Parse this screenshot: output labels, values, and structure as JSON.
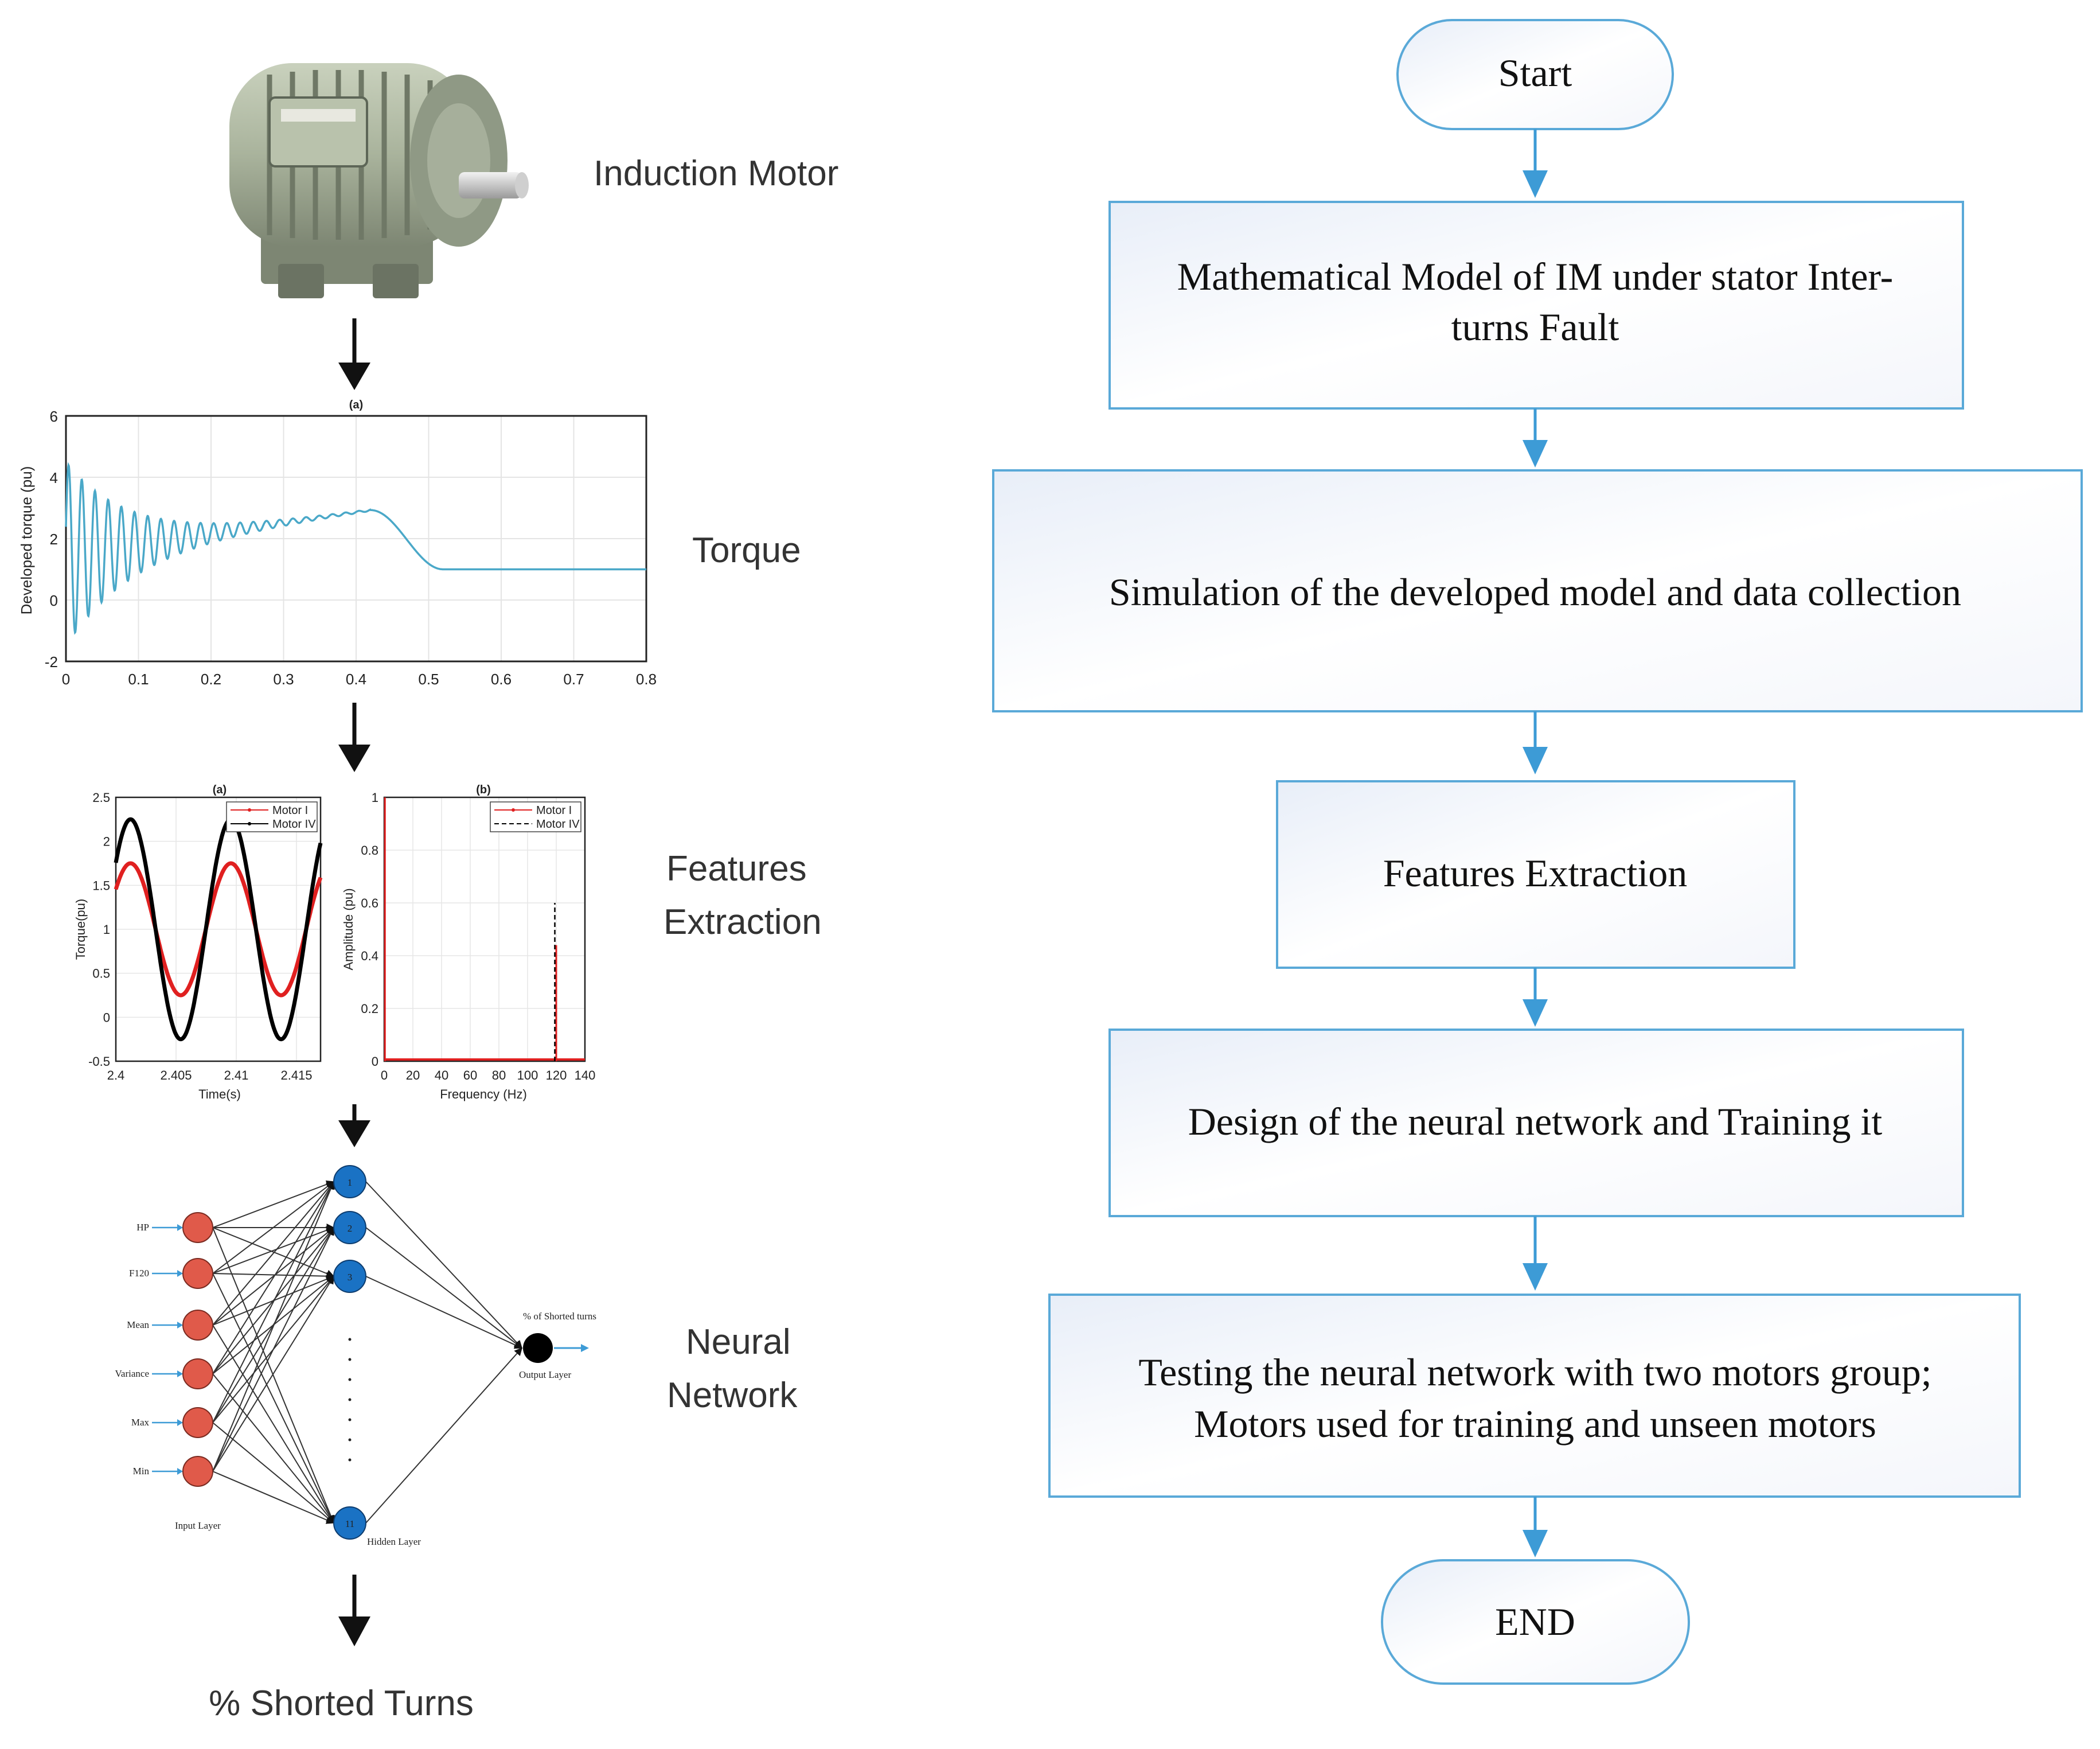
{
  "left": {
    "motor_label": "Induction  Motor",
    "torque_label": "Torque",
    "features_label": [
      "Features",
      "Extraction"
    ],
    "nn_label": [
      "Neural",
      "Network"
    ],
    "result_label": "% Shorted Turns"
  },
  "torque_plot": {
    "title": "(a)",
    "ylabel": "Developed torque (pu)",
    "xlim": [
      0,
      0.8
    ],
    "ylim": [
      -2,
      6
    ],
    "xticks": [
      "0",
      "0.1",
      "0.2",
      "0.3",
      "0.4",
      "0.5",
      "0.6",
      "0.7",
      "0.8"
    ],
    "yticks": [
      "-2",
      "0",
      "2",
      "4",
      "6"
    ],
    "line_color": "#4aa8c8"
  },
  "feat_plot_a": {
    "title": "(a)",
    "ylabel": "Torque(pu)",
    "xlabel": "Time(s)",
    "xlim": [
      2.4,
      2.417
    ],
    "ylim": [
      -0.5,
      2.5
    ],
    "xticks": [
      "2.4",
      "2.405",
      "2.41",
      "2.415"
    ],
    "yticks": [
      "-0.5",
      "0",
      "0.5",
      "1",
      "1.5",
      "2",
      "2.5"
    ],
    "legend": [
      "Motor I",
      "Motor IV"
    ],
    "series_colors": [
      "#e02020",
      "#000000"
    ]
  },
  "feat_plot_b": {
    "title": "(b)",
    "ylabel": "Amplitude (pu)",
    "xlabel": "Frequency (Hz)",
    "xlim": [
      0,
      140
    ],
    "ylim": [
      0,
      1
    ],
    "xticks": [
      "0",
      "20",
      "40",
      "60",
      "80",
      "100",
      "120",
      "140"
    ],
    "yticks": [
      "0",
      "0.2",
      "0.4",
      "0.6",
      "0.8",
      "1"
    ],
    "legend": [
      "Motor I",
      "Motor IV"
    ]
  },
  "neural_net": {
    "inputs": [
      "HP",
      "F120",
      "Mean",
      "Variance",
      "Max",
      "Min"
    ],
    "hidden_nodes": [
      "1",
      "2",
      "3",
      "11"
    ],
    "input_layer": "Input Layer",
    "hidden_layer": "Hidden Layer",
    "output_layer": "Output Layer",
    "output_label": "% of Shorted turns",
    "input_color": "#e05a4a",
    "hidden_color": "#1a72c4"
  },
  "flowchart": {
    "start": "Start",
    "step1": [
      "Mathematical Model of IM under stator Inter-",
      "turns Fault"
    ],
    "step2": "Simulation of the developed model and data collection",
    "step3": "Features Extraction",
    "step4": "Design of the neural network and Training it",
    "step5": [
      "Testing the neural network with two motors group;",
      "Motors used for training and unseen motors"
    ],
    "end": "END",
    "border_color": "#5aa9d8",
    "arrow_color": "#3d9bd6"
  }
}
